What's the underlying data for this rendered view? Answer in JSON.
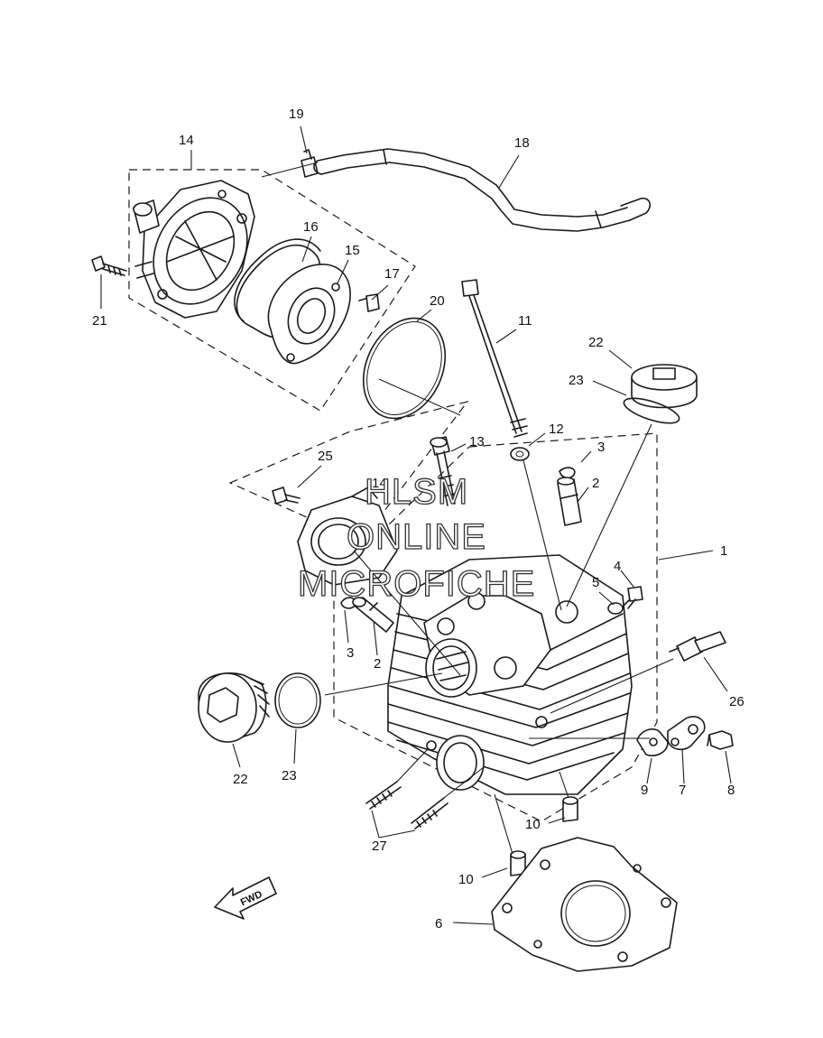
{
  "watermark": {
    "line1": "HLSM",
    "line2": "ONLINE",
    "line3": "MICROFICHE"
  },
  "direction_label": "FWD",
  "callouts": {
    "c1": "1",
    "c2a": "2",
    "c2b": "2",
    "c3a": "3",
    "c3b": "3",
    "c4": "4",
    "c5": "5",
    "c6": "6",
    "c7": "7",
    "c8": "8",
    "c9": "9",
    "c10a": "10",
    "c10b": "10",
    "c11": "11",
    "c12": "12",
    "c13": "13",
    "c14a": "14",
    "c14b": "14",
    "c15": "15",
    "c16": "16",
    "c17": "17",
    "c18": "18",
    "c19": "19",
    "c20": "20",
    "c21": "21",
    "c22a": "22",
    "c22b": "22",
    "c23a": "23",
    "c23b": "23",
    "c25": "25",
    "c26": "26",
    "c27": "27"
  }
}
